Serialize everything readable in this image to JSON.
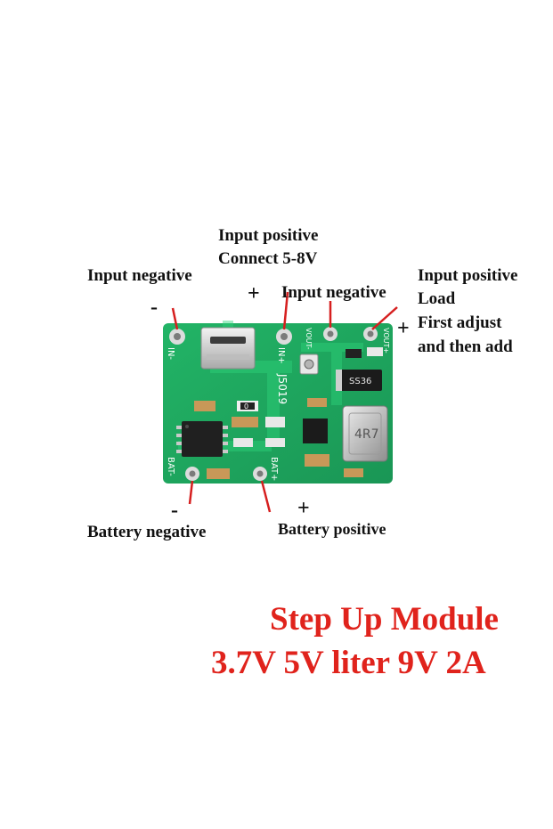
{
  "labels": {
    "input_positive_top": "Input positive",
    "connect_range": "Connect 5-8V",
    "input_negative_left": "Input negative",
    "input_negative_right": "Input negative",
    "input_positive_right": "Input positive",
    "load": "Load",
    "first_adjust": "First adjust",
    "and_then_add": "and then add",
    "battery_negative": "Battery negative",
    "battery_positive": "Battery positive"
  },
  "signs": {
    "minus": "-",
    "plus": "+"
  },
  "board_markings": {
    "in_minus": "IN-",
    "in_plus": "IN+",
    "chip_code": "J5019",
    "vout_minus": "VOUT-",
    "vout_plus": "VOUT+",
    "bat_minus": "BAT-",
    "bat_plus": "BAT+",
    "diode": "SS36",
    "inductor": "4R7",
    "resistor_zero": "0"
  },
  "title": {
    "line1": "Step Up Module",
    "line2": "3.7V 5V liter 9V 2A"
  },
  "colors": {
    "pcb": "#1fa85f",
    "title_red": "#e0231c",
    "arrow_red": "#d61f1f"
  }
}
